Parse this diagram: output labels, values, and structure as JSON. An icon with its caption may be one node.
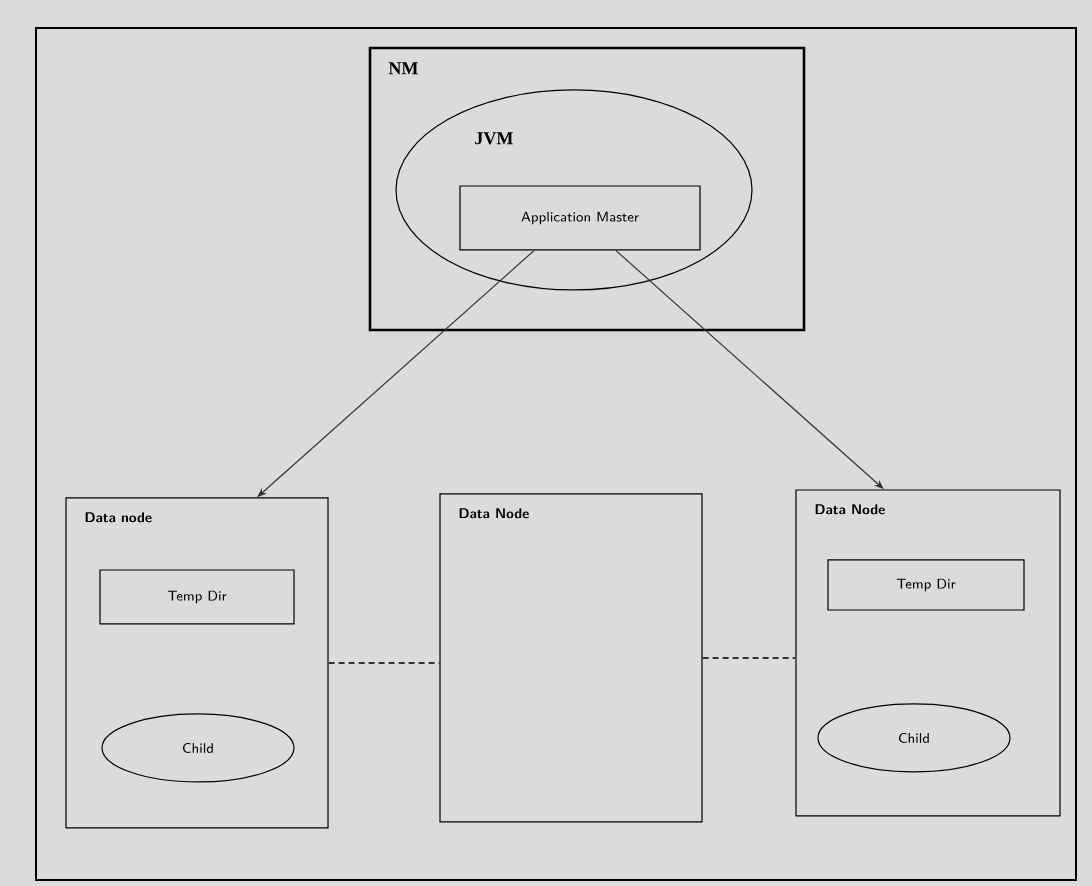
{
  "diagram": {
    "nodes": [
      {
        "text": [
          "NM"
        ]
      },
      {
        "text": [
          "JVM"
        ],
        "in": 0
      },
      {
        "text": [
          "Application Master"
        ],
        "in": 1
      },
      {
        "text": [
          "Data node"
        ]
      },
      {
        "text": [
          "Temp Dir"
        ],
        "in": 3
      },
      {
        "text": [
          "Child"
        ],
        "in": 3
      },
      {
        "text": [
          "Data Node"
        ]
      },
      {
        "text": [
          "Data Node"
        ]
      },
      {
        "text": [
          "Temp Dir"
        ],
        "in": 7
      },
      {
        "text": [
          "Child"
        ],
        "in": 7
      }
    ],
    "edges": [
      {
        "from": 2,
        "to": 3,
        "arrow": "to"
      },
      {
        "from": 2,
        "to": 7,
        "arrow": "to"
      },
      {
        "from": 3,
        "to": 6,
        "arrow": "none",
        "style": "dashed"
      },
      {
        "from": 6,
        "to": 7,
        "arrow": "none",
        "style": "dashed"
      }
    ]
  }
}
